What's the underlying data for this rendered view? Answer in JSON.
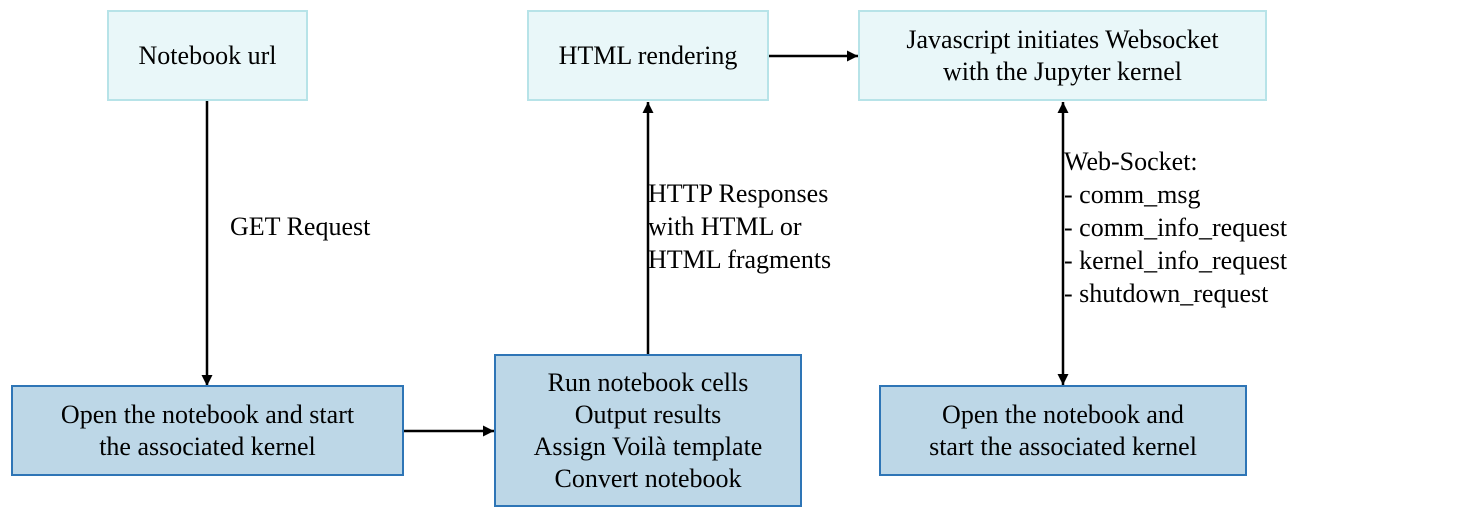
{
  "nodes": {
    "notebook_url": [
      "Notebook url"
    ],
    "html_rendering": [
      "HTML rendering"
    ],
    "js_websocket": [
      "Javascript initiates Websocket",
      "with the Jupyter kernel"
    ],
    "open_notebook_left": [
      "Open the notebook and start",
      "the associated kernel"
    ],
    "run_cells": [
      "Run notebook cells",
      "Output results",
      "Assign Voilà template",
      "Convert notebook"
    ],
    "open_notebook_right": [
      "Open the notebook and",
      "start the associated kernel"
    ]
  },
  "edge_labels": {
    "get_request": [
      "GET Request"
    ],
    "http_responses": [
      "HTTP Responses",
      "with HTML or",
      "HTML fragments"
    ],
    "websocket": [
      "Web-Socket:",
      "- comm_msg",
      "- comm_info_request",
      "- kernel_info_request",
      "- shutdown_request"
    ]
  },
  "colors": {
    "light_fill": "#e9f7f9",
    "light_border": "#b7e3e8",
    "dark_fill": "#bdd7e7",
    "dark_border": "#2e75b6",
    "edge": "#000000"
  }
}
